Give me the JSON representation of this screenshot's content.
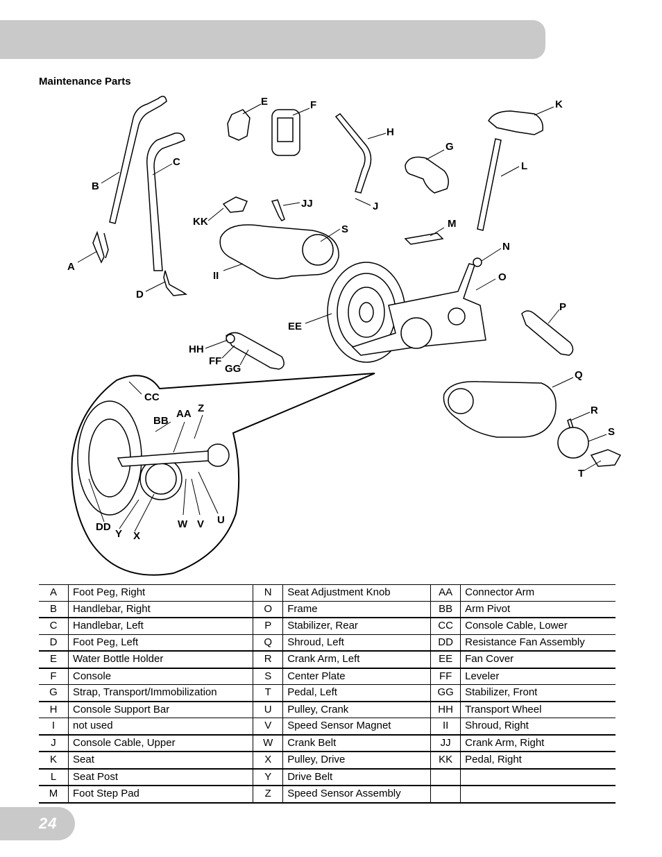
{
  "section": {
    "title": "Maintenance Parts"
  },
  "page": {
    "number": "24"
  },
  "callouts": {
    "A": "A",
    "B": "B",
    "C": "C",
    "D": "D",
    "E": "E",
    "F": "F",
    "G": "G",
    "H": "H",
    "J": "J",
    "K": "K",
    "L": "L",
    "M": "M",
    "N": "N",
    "O": "O",
    "P": "P",
    "Q": "Q",
    "R": "R",
    "S1": "S",
    "S2": "S",
    "T": "T",
    "U": "U",
    "V": "V",
    "W": "W",
    "X": "X",
    "Y": "Y",
    "Z": "Z",
    "AA": "AA",
    "BB": "BB",
    "CC": "CC",
    "DD": "DD",
    "EE": "EE",
    "FF": "FF",
    "GG": "GG",
    "HH": "HH",
    "II": "II",
    "JJ": "JJ",
    "KK": "KK"
  },
  "parts": [
    [
      {
        "code": "A",
        "name": "Foot Peg, Right"
      },
      {
        "code": "N",
        "name": "Seat Adjustment Knob"
      },
      {
        "code": "AA",
        "name": "Connector Arm"
      }
    ],
    [
      {
        "code": "B",
        "name": "Handlebar, Right"
      },
      {
        "code": "O",
        "name": "Frame"
      },
      {
        "code": "BB",
        "name": "Arm Pivot"
      }
    ],
    [
      {
        "code": "C",
        "name": "Handlebar, Left"
      },
      {
        "code": "P",
        "name": "Stabilizer, Rear"
      },
      {
        "code": "CC",
        "name": "Console Cable, Lower"
      }
    ],
    [
      {
        "code": "D",
        "name": "Foot Peg, Left"
      },
      {
        "code": "Q",
        "name": "Shroud, Left"
      },
      {
        "code": "DD",
        "name": "Resistance Fan Assembly"
      }
    ],
    [
      {
        "code": "E",
        "name": "Water Bottle Holder"
      },
      {
        "code": "R",
        "name": "Crank Arm, Left"
      },
      {
        "code": "EE",
        "name": "Fan Cover"
      }
    ],
    [
      {
        "code": "F",
        "name": "Console"
      },
      {
        "code": "S",
        "name": "Center Plate"
      },
      {
        "code": "FF",
        "name": "Leveler"
      }
    ],
    [
      {
        "code": "G",
        "name": "Strap, Transport/Immobilization"
      },
      {
        "code": "T",
        "name": "Pedal, Left"
      },
      {
        "code": "GG",
        "name": "Stabilizer, Front"
      }
    ],
    [
      {
        "code": "H",
        "name": "Console Support Bar"
      },
      {
        "code": "U",
        "name": "Pulley, Crank"
      },
      {
        "code": "HH",
        "name": "Transport Wheel"
      }
    ],
    [
      {
        "code": "I",
        "name": "not used"
      },
      {
        "code": "V",
        "name": "Speed Sensor Magnet"
      },
      {
        "code": "II",
        "name": "Shroud, Right"
      }
    ],
    [
      {
        "code": "J",
        "name": "Console Cable, Upper"
      },
      {
        "code": "W",
        "name": "Crank Belt"
      },
      {
        "code": "JJ",
        "name": "Crank Arm, Right"
      }
    ],
    [
      {
        "code": "K",
        "name": "Seat"
      },
      {
        "code": "X",
        "name": "Pulley, Drive"
      },
      {
        "code": "KK",
        "name": "Pedal, Right"
      }
    ],
    [
      {
        "code": "L",
        "name": "Seat Post"
      },
      {
        "code": "Y",
        "name": "Drive Belt"
      },
      {
        "code": "",
        "name": ""
      }
    ],
    [
      {
        "code": "M",
        "name": "Foot Step Pad"
      },
      {
        "code": "Z",
        "name": "Speed Sensor Assembly"
      },
      {
        "code": "",
        "name": ""
      }
    ]
  ]
}
